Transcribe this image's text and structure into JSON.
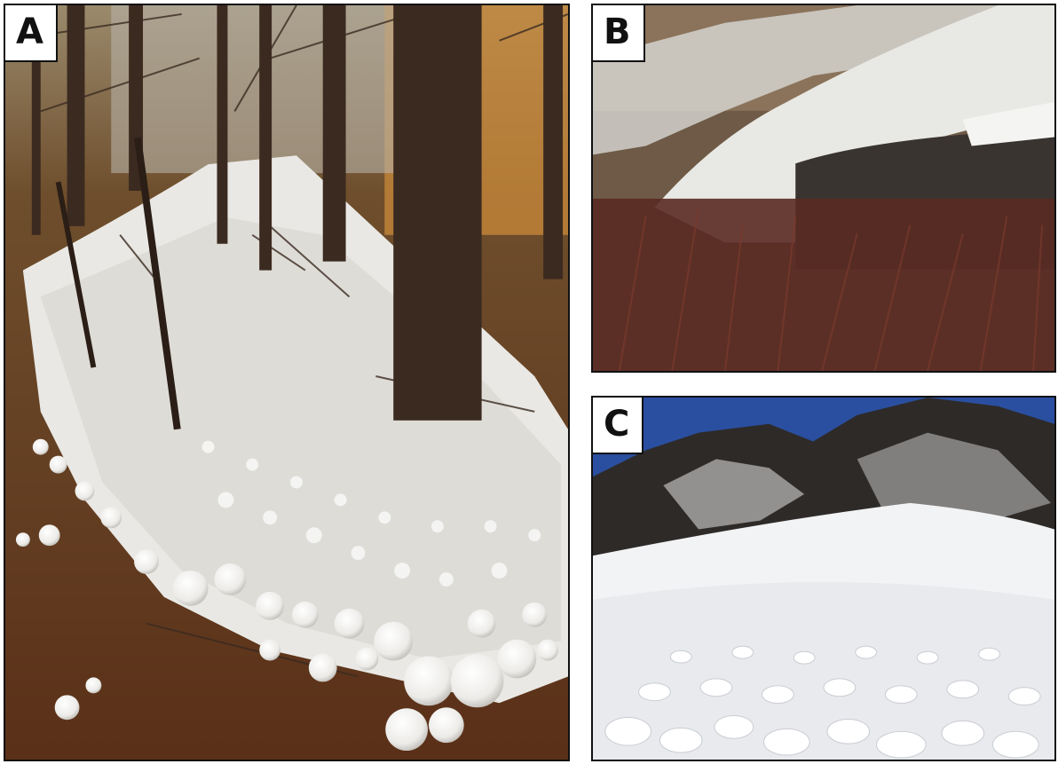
{
  "figure": {
    "panels": [
      {
        "label": "A",
        "photo_icon": "forest-snowball-avalanche-photo"
      },
      {
        "label": "B",
        "photo_icon": "valley-avalanche-deposit-photo"
      },
      {
        "label": "C",
        "photo_icon": "mountain-avalanche-debris-photo"
      }
    ]
  },
  "colors": {
    "snow": "#f2f2f0",
    "forest_floor": "#6b3c1e",
    "tree_trunk": "#3b2a20",
    "shrubs": "#6a2c20",
    "rock": "#2e2a28",
    "sky": "#2a4fa0",
    "frame": "#111111"
  }
}
